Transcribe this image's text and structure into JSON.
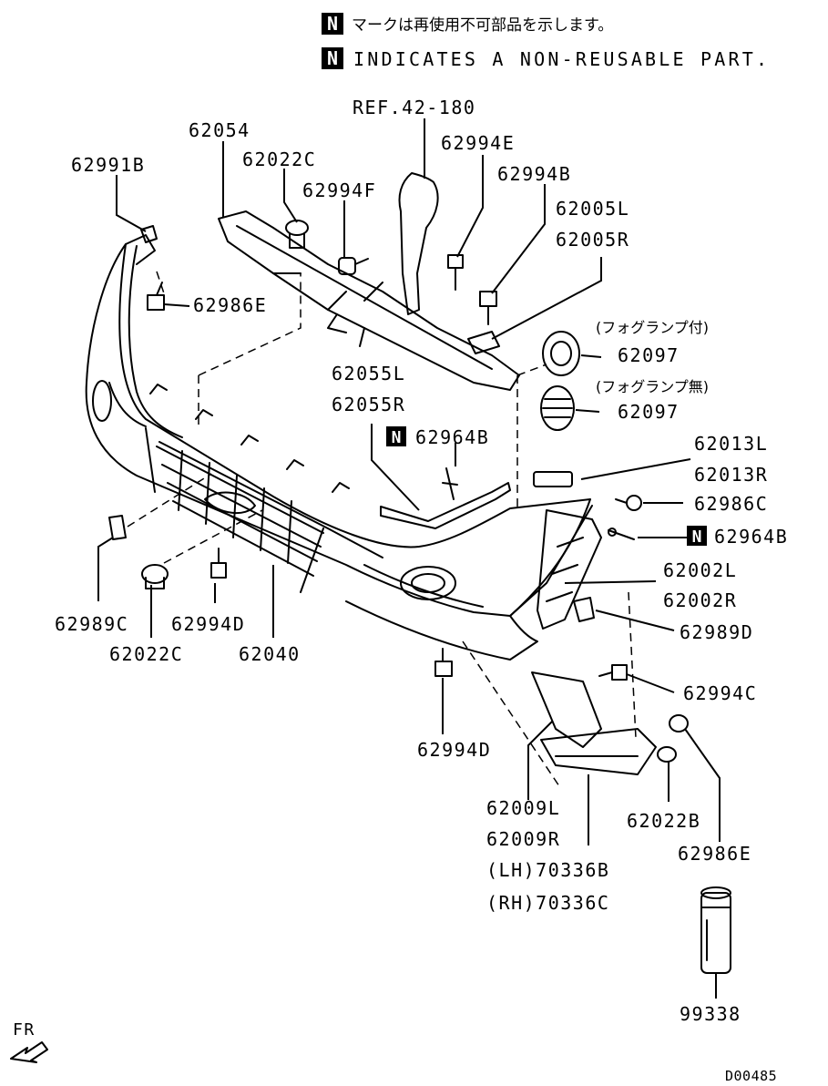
{
  "legend": {
    "badge": "N",
    "jp": "マークは再使用不可部品を示します。",
    "en": "INDICATES A NON-REUSABLE PART."
  },
  "labels": {
    "ref": "REF.42-180",
    "p62054": "62054",
    "p62022c_top": "62022C",
    "p62991b": "62991B",
    "p62994f": "62994F",
    "p62994e": "62994E",
    "p62994b": "62994B",
    "p62005l": "62005L",
    "p62005r": "62005R",
    "p62986e_left": "62986E",
    "fog_with": "(フォグランプ付)",
    "p62097_a": "62097",
    "fog_without": "(フォグランプ無)",
    "p62097_b": "62097",
    "p62055l": "62055L",
    "p62055r": "62055R",
    "p62964b_top": "62964B",
    "p62013l": "62013L",
    "p62013r": "62013R",
    "p62986c": "62986C",
    "p62964b_right": "62964B",
    "p62002l": "62002L",
    "p62002r": "62002R",
    "p62989d": "62989D",
    "p62994c": "62994C",
    "p62989c": "62989C",
    "p62994d_left": "62994D",
    "p62022c_bottom": "62022C",
    "p62040": "62040",
    "p62994d_bottom": "62994D",
    "p62009l": "62009L",
    "p62009r": "62009R",
    "p70336b": "(LH)70336B",
    "p70336c": "(RH)70336C",
    "p62022b": "62022B",
    "p62986e_right": "62986E",
    "p99338": "99338",
    "fr": "FR",
    "diagram_code": "D00485"
  }
}
